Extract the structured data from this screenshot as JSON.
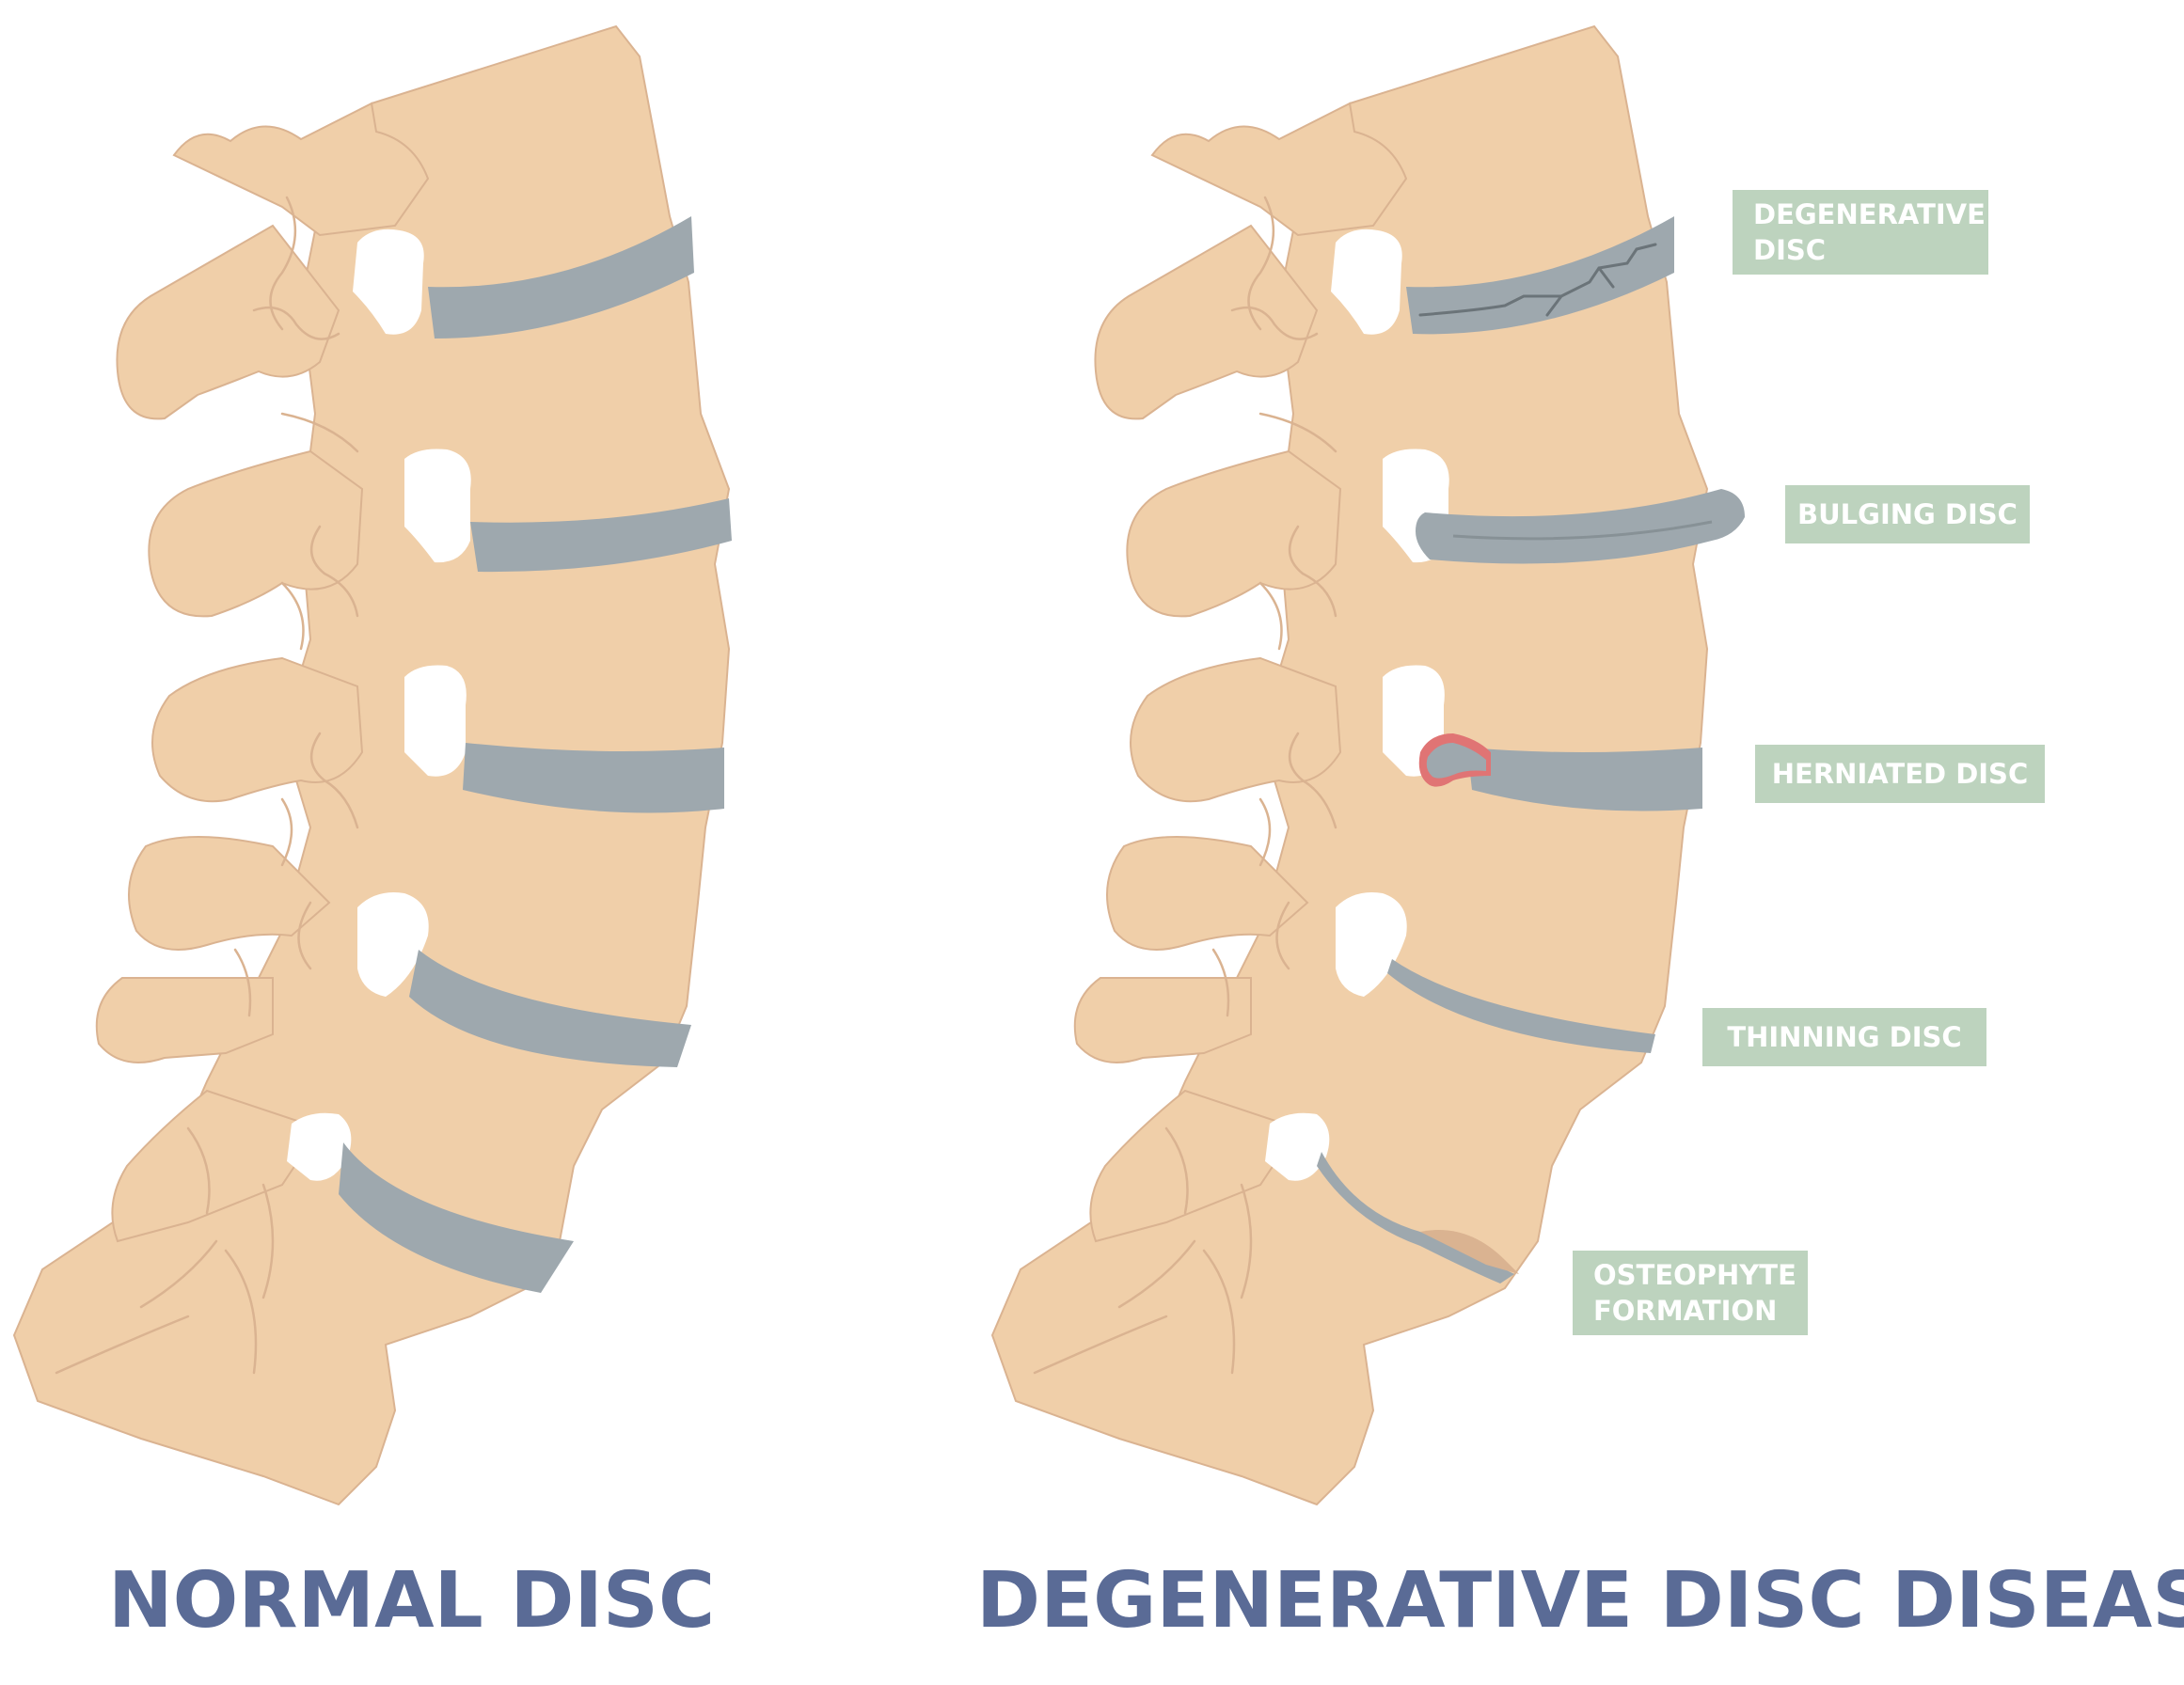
{
  "colors": {
    "bone": "#f0cfa9",
    "bone_outline": "#dab391",
    "disc": "#9ea8ae",
    "disc_dark": "#879196",
    "crack": "#6b7479",
    "herniation": "#e07474",
    "label_bg": "#bdd3be",
    "label_text": "#ffffff",
    "title_text": "#5a6b96",
    "foramen": "#ffffff"
  },
  "titles": {
    "normal": "NORMAL DISC",
    "degenerative": "DEGENERATIVE DISC DISEASE"
  },
  "labels": {
    "degenerative": [
      "DEGENERATIVE",
      "DISC"
    ],
    "bulging": "BULGING DISC",
    "herniated": "HERNIATED DISC",
    "thinning": "THINNING DISC",
    "osteophyte": [
      "OSTEOPHYTE",
      "FORMATION"
    ]
  }
}
